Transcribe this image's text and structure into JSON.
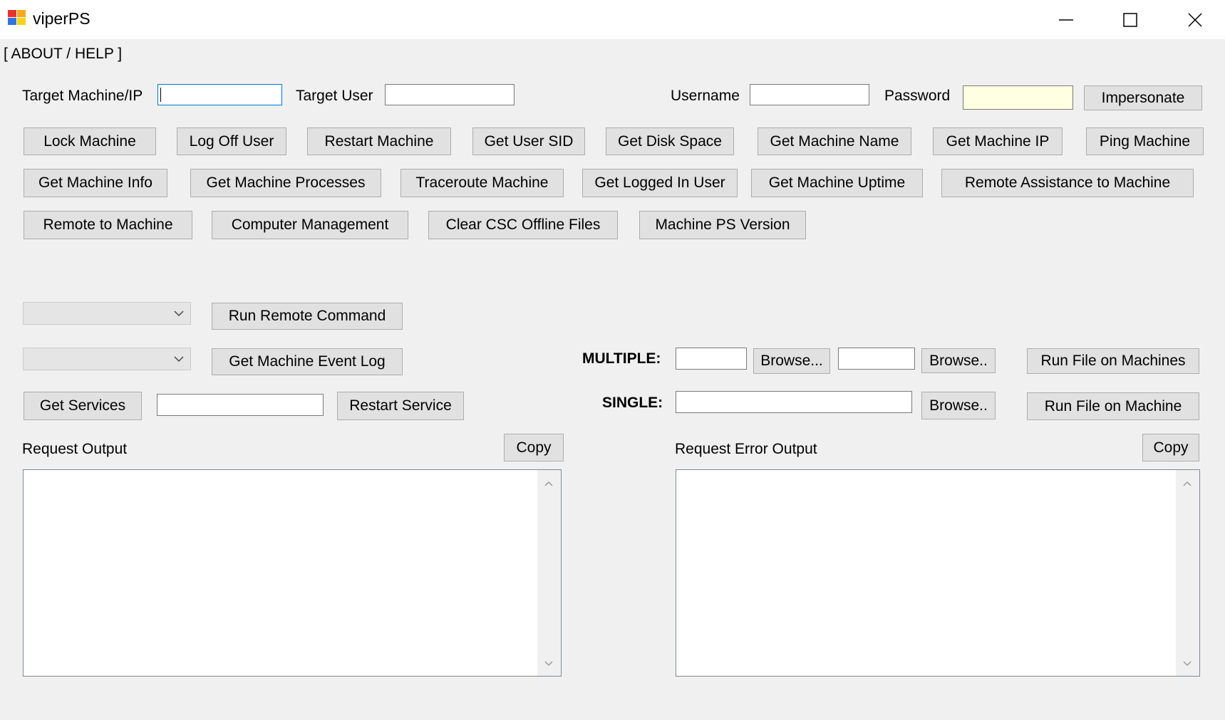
{
  "window": {
    "title": "viperPS",
    "app_icon": "windows-logo-icon",
    "controls": [
      "minimize-icon",
      "maximize-icon",
      "close-icon"
    ]
  },
  "menu": {
    "about_help": "[ ABOUT / HELP ]"
  },
  "inputs": {
    "target_machine_label": "Target Machine/IP",
    "target_machine_value": "",
    "target_user_label": "Target User",
    "target_user_value": "",
    "username_label": "Username",
    "username_value": "",
    "password_label": "Password",
    "password_value": "",
    "impersonate": "Impersonate"
  },
  "action_buttons": {
    "row1": [
      "Lock Machine",
      "Log Off User",
      "Restart Machine",
      "Get User SID",
      "Get Disk Space",
      "Get Machine Name",
      "Get Machine IP",
      "Ping Machine"
    ],
    "row2": [
      "Get Machine Info",
      "Get Machine Processes",
      "Traceroute Machine",
      "Get Logged In User",
      "Get Machine Uptime",
      "Remote Assistance to Machine"
    ],
    "row3": [
      "Remote to Machine",
      "Computer Management",
      "Clear CSC Offline Files",
      "Machine PS Version"
    ]
  },
  "commands": {
    "remote_command_combo_value": "",
    "run_remote_command": "Run Remote Command",
    "event_log_combo_value": "",
    "get_machine_event_log": "Get Machine Event Log",
    "get_services": "Get Services",
    "service_name_value": "",
    "restart_service": "Restart Service"
  },
  "file_run": {
    "multiple_label": "MULTIPLE:",
    "browse1": "Browse...",
    "browse2": "Browse..",
    "run_on_machines": "Run File on Machines",
    "single_label": "SINGLE:",
    "browse3": "Browse..",
    "run_on_machine": "Run File on Machine"
  },
  "output": {
    "request_label": "Request Output",
    "request_copy": "Copy",
    "request_value": "",
    "error_label": "Request Error Output",
    "error_copy": "Copy",
    "error_value": ""
  },
  "colors": {
    "window_bg": "#f0f0f0",
    "button_bg": "#e1e1e1",
    "password_bg": "#ffffe1",
    "focus_border": "#0078d7"
  }
}
